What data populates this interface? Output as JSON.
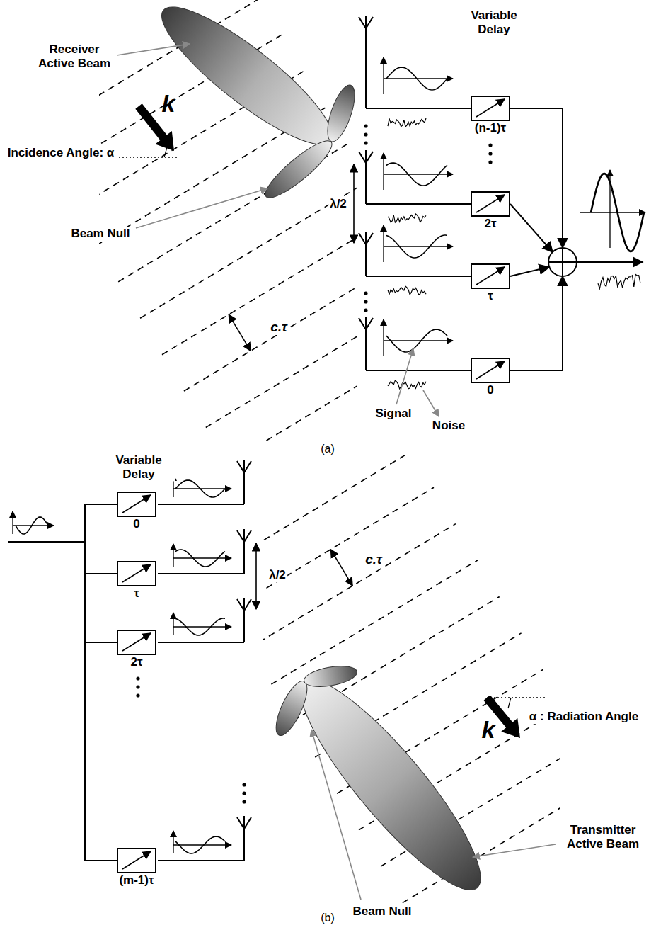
{
  "diagram": {
    "nodes": [
      {
        "text": [
          "(n-1)τ"
        ]
      },
      {
        "text": [
          "2τ"
        ]
      },
      {
        "text": [
          "τ"
        ]
      },
      {
        "text": [
          "0"
        ]
      },
      {
        "text": [
          "0"
        ]
      },
      {
        "text": [
          "τ"
        ]
      },
      {
        "text": [
          "2τ"
        ]
      },
      {
        "text": [
          "(m-1)τ"
        ]
      }
    ],
    "labels": [
      "Receiver Active Beam",
      "k",
      "Incidence Angle: α",
      "Beam Null",
      "λ/2",
      "c.τ",
      "Variable Delay",
      "Signal",
      "Noise",
      "(a)",
      "Variable Delay",
      "λ/2",
      "c.τ",
      "k",
      "α : Radiation Angle",
      "Beam Null",
      "Transmitter Active Beam",
      "(b)"
    ]
  }
}
